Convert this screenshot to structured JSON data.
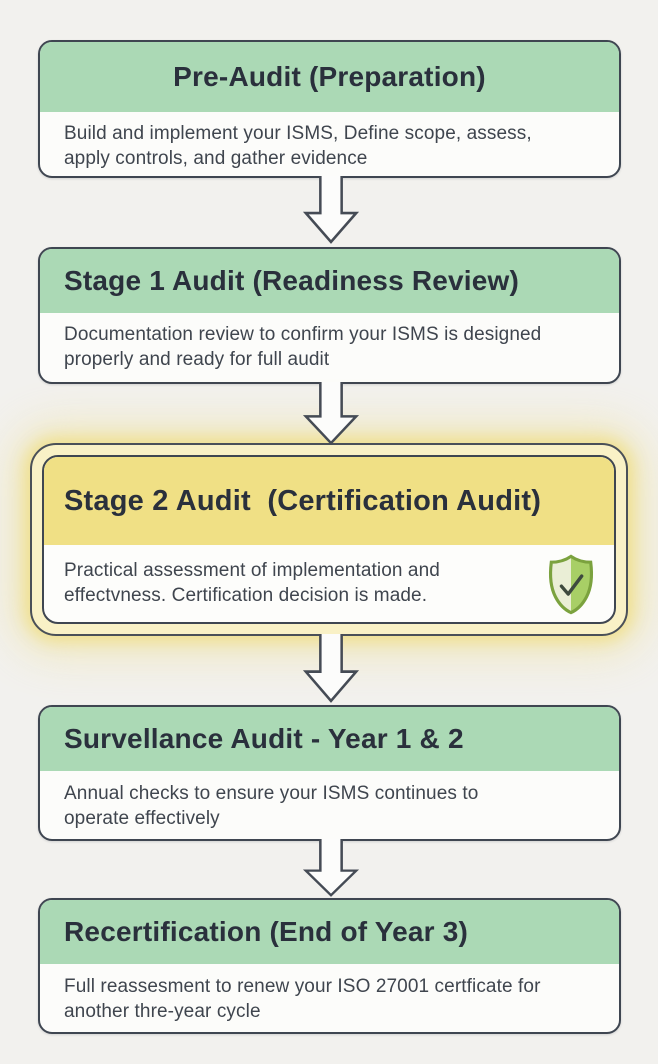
{
  "diagram": {
    "name": "iso-27001-certification-audit-flow",
    "steps": [
      {
        "name": "pre-audit",
        "title": "Pre-Audit (Preparation)",
        "description": "Build and implement your ISMS, Define scope, assess,\napply controls, and gather evidence",
        "highlighted": false
      },
      {
        "name": "stage-1-audit",
        "title": "Stage 1 Audit (Readiness Review)",
        "description": "Documentation review to confirm your ISMS is designed\nproperly and ready for full audit",
        "highlighted": false
      },
      {
        "name": "stage-2-audit",
        "title": "Stage 2 Audit  (Certification Audit)",
        "description": "Practical assessment of implementation and\neffectvness. Certification decision is made.",
        "highlighted": true,
        "icon": "shield-check-icon"
      },
      {
        "name": "surveillance-audit",
        "title": "Survellance Audit - Year 1 & 2",
        "description": "Annual checks to ensure your ISMS continues to\noperate effectively",
        "highlighted": false
      },
      {
        "name": "recertification",
        "title": "Recertification (End of Year 3)",
        "description": "Full reassesment to renew your ISO 27001 certficate for\nanother thre-year cycle",
        "highlighted": false
      }
    ],
    "colors": {
      "page_background": "#f2f1ee",
      "header_green": "#abd9b5",
      "header_yellow": "#f0e085",
      "highlight_glow": "#f0de82",
      "box_border": "#3f4651",
      "title_text": "#2a303c",
      "body_text": "#3f454e",
      "arrow_outline": "#454b55",
      "shield_green": "#a8cf66",
      "shield_light": "#eaeed6",
      "shield_outline": "#7ba23e"
    }
  }
}
